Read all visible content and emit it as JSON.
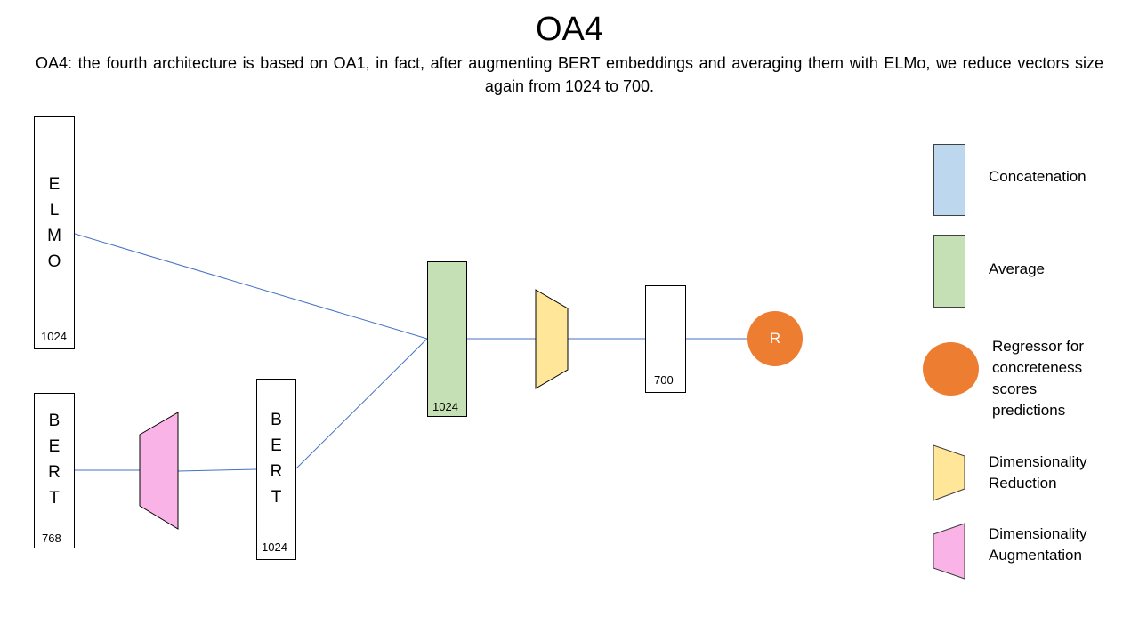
{
  "title": "OA4",
  "description": "OA4: the fourth architecture is based on OA1, in fact, after augmenting  BERT embeddings  and averaging them with ELMo, we reduce vectors size again from 1024 to 700.",
  "nodes": {
    "elmo": {
      "letters": [
        "E",
        "L",
        "M",
        "O"
      ],
      "dim": "1024"
    },
    "bert_input": {
      "letters": [
        "B",
        "E",
        "R",
        "T"
      ],
      "dim": "768"
    },
    "bert_augmented": {
      "letters": [
        "B",
        "E",
        "R",
        "T"
      ],
      "dim": "1024"
    },
    "average": {
      "dim": "1024"
    },
    "reduced": {
      "dim": "700"
    },
    "regressor": {
      "label": "R"
    }
  },
  "legend": {
    "concatenation": "Concatenation",
    "average": "Average",
    "regressor_lines": [
      "Regressor for",
      "concreteness",
      "scores",
      "predictions"
    ],
    "dim_reduction_lines": [
      "Dimensionality",
      "Reduction"
    ],
    "dim_augmentation_lines": [
      "Dimensionality",
      "Augmentation"
    ]
  },
  "colors": {
    "concatenation": "#bdd7ee",
    "average": "#c5e0b4",
    "reduction": "#ffe699",
    "augmentation": "#f9b3e6",
    "regressor": "#ed7d31",
    "connector": "#4472c4"
  },
  "icons": {
    "reduction_shape": "trapezoid-narrowing",
    "augmentation_shape": "trapezoid-widening",
    "regressor_shape": "circle"
  }
}
